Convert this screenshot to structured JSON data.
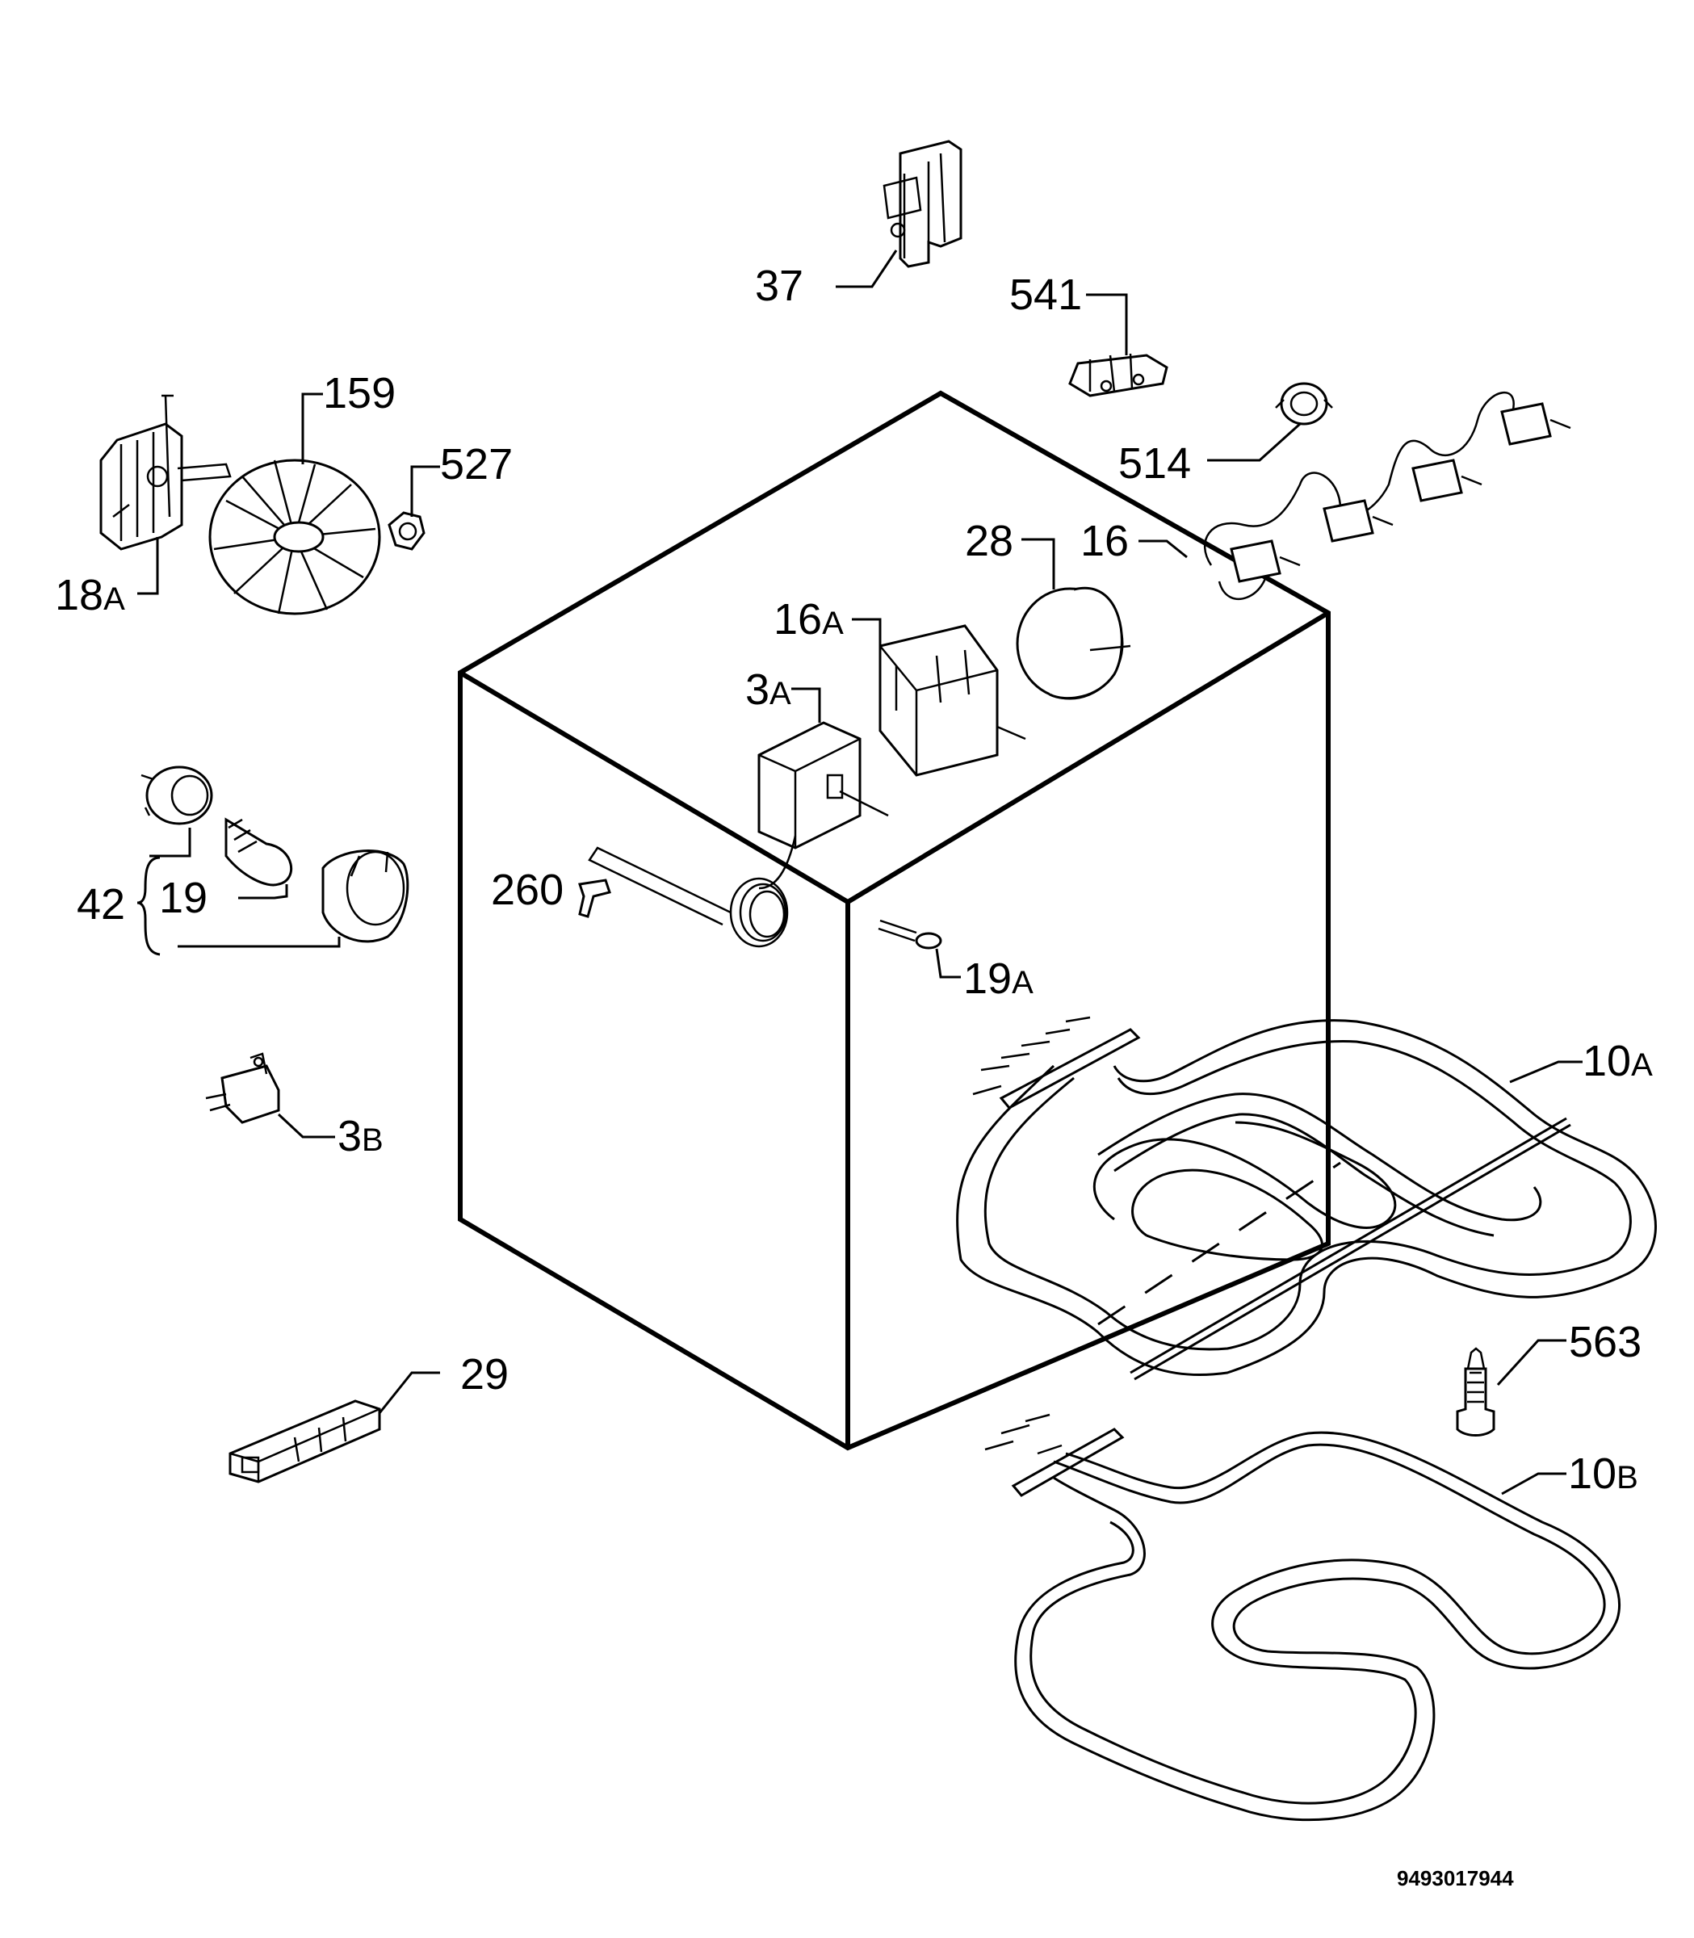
{
  "labels": {
    "p37": "37",
    "p541": "541",
    "p159": "159",
    "p527": "527",
    "p514": "514",
    "p28": "28",
    "p16": "16",
    "p18a_num": "18",
    "p18a_sub": "A",
    "p16a_num": "16",
    "p16a_sub": "A",
    "p3a_num": "3",
    "p3a_sub": "A",
    "p42": "42",
    "p19": "19",
    "p260": "260",
    "p19a_num": "19",
    "p19a_sub": "A",
    "p10a_num": "10",
    "p10a_sub": "A",
    "p3b_num": "3",
    "p3b_sub": "B",
    "p563": "563",
    "p29": "29",
    "p10b_num": "10",
    "p10b_sub": "B"
  },
  "doc_code": "9493017944"
}
